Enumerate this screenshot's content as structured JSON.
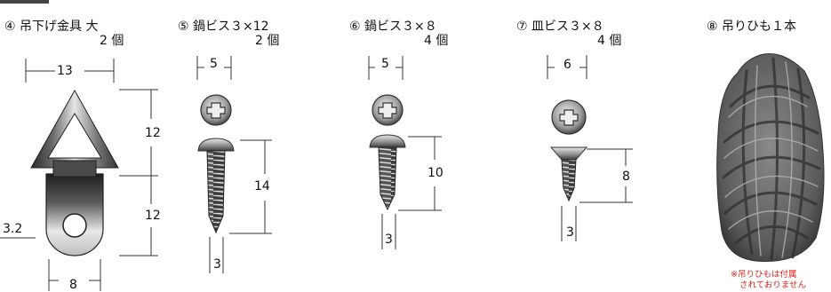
{
  "items": [
    {
      "title": "④ 吊下げ金具 大",
      "qty": "2 個",
      "dims": [
        "13",
        "12",
        "12",
        "3.2",
        "8"
      ]
    },
    {
      "title": "⑤ 鍋ビス３×12",
      "qty": "2 個",
      "dims": [
        "5",
        "14",
        "3"
      ]
    },
    {
      "title": "⑥ 鍋ビス３×８",
      "qty": "4 個",
      "dims": [
        "5",
        "10",
        "3"
      ]
    },
    {
      "title": "⑦ 皿ビス３×８",
      "qty": "4 個",
      "dims": [
        "6",
        "8",
        "3"
      ]
    },
    {
      "title": "⑧ 吊りひも１本",
      "note_line1": "※吊りひもは付属",
      "note_line2": "されておりません"
    }
  ]
}
